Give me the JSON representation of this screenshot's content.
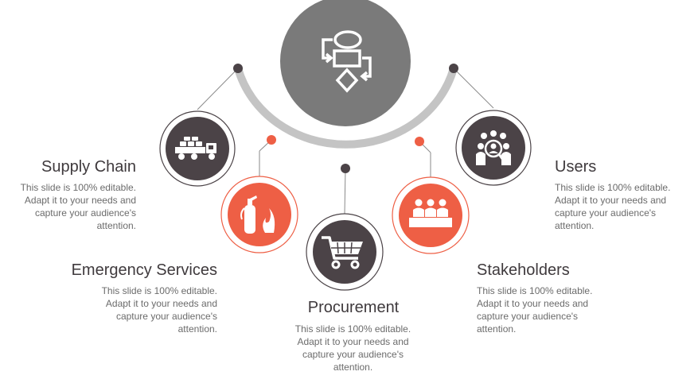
{
  "center": {
    "icon": "flowchart-icon"
  },
  "items": [
    {
      "id": "supply-chain",
      "title": "Supply Chain",
      "icon": "truck-icon",
      "text": "This slide is 100% editable. Adapt it to your needs and capture your audience's attention.",
      "color": "#4b4347"
    },
    {
      "id": "emergency-services",
      "title": "Emergency Services",
      "icon": "fire-extinguisher-icon",
      "text": "This slide is 100% editable. Adapt it to your needs and capture your audience's attention.",
      "color": "#ee5f45"
    },
    {
      "id": "procurement",
      "title": "Procurement",
      "icon": "shopping-cart-icon",
      "text": "This slide is 100% editable. Adapt it to your needs and capture your audience's attention.",
      "color": "#4b4347"
    },
    {
      "id": "stakeholders",
      "title": "Stakeholders",
      "icon": "meeting-icon",
      "text": "This slide is 100% editable. Adapt it to your needs and capture your audience's attention.",
      "color": "#ee5f45"
    },
    {
      "id": "users",
      "title": "Users",
      "icon": "users-group-icon",
      "text": "This slide is 100% editable. Adapt it to your needs and capture your audience's attention.",
      "color": "#4b4347"
    }
  ],
  "colors": {
    "dark": "#4b4347",
    "accent": "#ee5f45",
    "arc": "#c4c4c4",
    "center": "#7a7a7a"
  }
}
